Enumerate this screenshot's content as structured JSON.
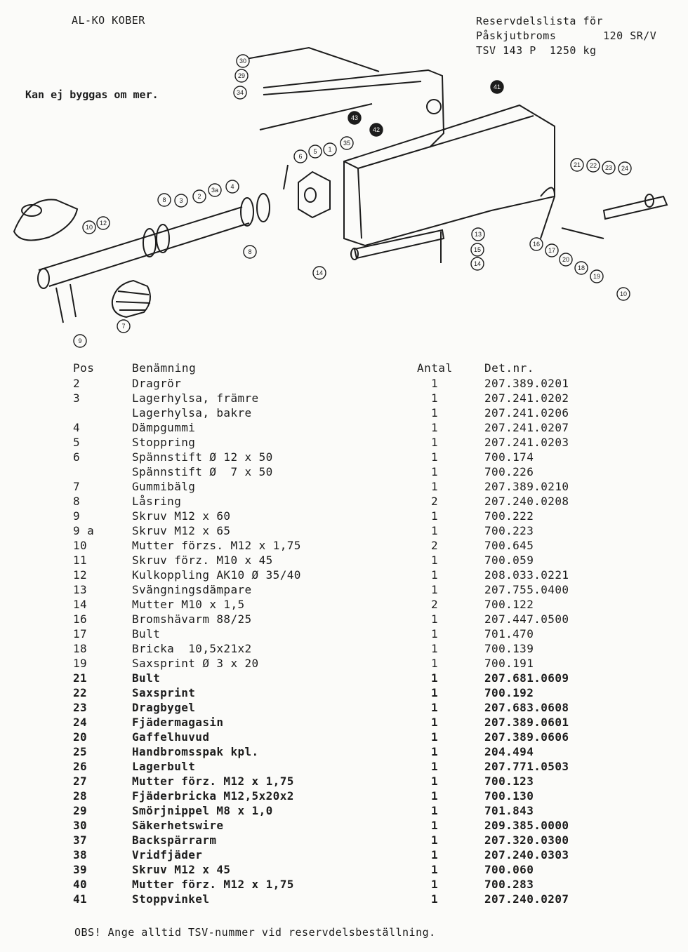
{
  "header": {
    "brand": "AL-KO KOBER",
    "title_line1": "Reservdelslista för",
    "title_line2": "Påskjutbroms       120 SR/V",
    "title_line3": "TSV 143 P  1250 kg"
  },
  "note": "Kan ej byggas om mer.",
  "diagram": {
    "callouts": [
      "30",
      "29",
      "34",
      "43",
      "42",
      "41",
      "35",
      "1",
      "5",
      "6",
      "8",
      "3",
      "2",
      "3a",
      "4",
      "8",
      "12",
      "10",
      "9",
      "7",
      "14",
      "13",
      "15",
      "14",
      "16",
      "17",
      "20",
      "18",
      "19",
      "21",
      "22",
      "23",
      "24",
      "10"
    ]
  },
  "table": {
    "headers": {
      "pos": "Pos",
      "name": "Benämning",
      "qty": "Antal",
      "det": "Det.nr."
    },
    "rows": [
      {
        "pos": "2",
        "name": "Dragrör",
        "qty": "1",
        "det": "207.389.0201"
      },
      {
        "pos": "3",
        "name": "Lagerhylsa, främre",
        "qty": "1",
        "det": "207.241.0202"
      },
      {
        "pos": "",
        "name": "Lagerhylsa, bakre",
        "qty": "1",
        "det": "207.241.0206"
      },
      {
        "pos": "4",
        "name": "Dämpgummi",
        "qty": "1",
        "det": "207.241.0207"
      },
      {
        "pos": "5",
        "name": "Stoppring",
        "qty": "1",
        "det": "207.241.0203"
      },
      {
        "pos": "6",
        "name": "Spännstift Ø 12 x 50",
        "qty": "1",
        "det": "700.174"
      },
      {
        "pos": "",
        "name": "Spännstift Ø  7 x 50",
        "qty": "1",
        "det": "700.226"
      },
      {
        "pos": "7",
        "name": "Gummibälg",
        "qty": "1",
        "det": "207.389.0210"
      },
      {
        "pos": "8",
        "name": "Låsring",
        "qty": "2",
        "det": "207.240.0208"
      },
      {
        "pos": "9",
        "name": "Skruv M12 x 60",
        "qty": "1",
        "det": "700.222"
      },
      {
        "pos": "9 a",
        "name": "Skruv M12 x 65",
        "qty": "1",
        "det": "700.223"
      },
      {
        "pos": "10",
        "name": "Mutter förzs. M12 x 1,75",
        "qty": "2",
        "det": "700.645"
      },
      {
        "pos": "11",
        "name": "Skruv förz. M10 x 45",
        "qty": "1",
        "det": "700.059"
      },
      {
        "pos": "12",
        "name": "Kulkoppling AK10 Ø 35/40",
        "qty": "1",
        "det": "208.033.0221"
      },
      {
        "pos": "13",
        "name": "Svängningsdämpare",
        "qty": "1",
        "det": "207.755.0400"
      },
      {
        "pos": "14",
        "name": "Mutter M10 x 1,5",
        "qty": "2",
        "det": "700.122"
      },
      {
        "pos": "16",
        "name": "Bromshävarm 88/25",
        "qty": "1",
        "det": "207.447.0500"
      },
      {
        "pos": "17",
        "name": "Bult",
        "qty": "1",
        "det": "701.470"
      },
      {
        "pos": "18",
        "name": "Bricka  10,5x21x2",
        "qty": "1",
        "det": "700.139"
      },
      {
        "pos": "19",
        "name": "Saxsprint Ø 3 x 20",
        "qty": "1",
        "det": "700.191"
      },
      {
        "pos": "21",
        "name": "Bult",
        "qty": "1",
        "det": "207.681.0609",
        "bold": true
      },
      {
        "pos": "22",
        "name": "Saxsprint",
        "qty": "1",
        "det": "700.192",
        "bold": true
      },
      {
        "pos": "23",
        "name": "Dragbygel",
        "qty": "1",
        "det": "207.683.0608",
        "bold": true
      },
      {
        "pos": "24",
        "name": "Fjädermagasin",
        "qty": "1",
        "det": "207.389.0601",
        "bold": true
      },
      {
        "pos": "20",
        "name": "Gaffelhuvud",
        "qty": "1",
        "det": "207.389.0606",
        "bold": true
      },
      {
        "pos": "25",
        "name": "Handbromsspak kpl.",
        "qty": "1",
        "det": "204.494",
        "bold": true
      },
      {
        "pos": "26",
        "name": "Lagerbult",
        "qty": "1",
        "det": "207.771.0503",
        "bold": true
      },
      {
        "pos": "27",
        "name": "Mutter förz. M12 x 1,75",
        "qty": "1",
        "det": "700.123",
        "bold": true
      },
      {
        "pos": "28",
        "name": "Fjäderbricka M12,5x20x2",
        "qty": "1",
        "det": "700.130",
        "bold": true
      },
      {
        "pos": "29",
        "name": "Smörjnippel M8 x 1,0",
        "qty": "1",
        "det": "701.843",
        "bold": true
      },
      {
        "pos": "30",
        "name": "Säkerhetswire",
        "qty": "1",
        "det": "209.385.0000",
        "bold": true
      },
      {
        "pos": "37",
        "name": "Backspärrarm",
        "qty": "1",
        "det": "207.320.0300",
        "bold": true
      },
      {
        "pos": "38",
        "name": "Vridfjäder",
        "qty": "1",
        "det": "207.240.0303",
        "bold": true
      },
      {
        "pos": "39",
        "name": "Skruv M12 x 45",
        "qty": "1",
        "det": "700.060",
        "bold": true
      },
      {
        "pos": "40",
        "name": "Mutter förz. M12 x 1,75",
        "qty": "1",
        "det": "700.283",
        "bold": true
      },
      {
        "pos": "41",
        "name": "Stoppvinkel",
        "qty": "1",
        "det": "207.240.0207",
        "bold": true
      }
    ]
  },
  "footer": "OBS! Ange alltid TSV-nummer vid reservdelsbeställning."
}
